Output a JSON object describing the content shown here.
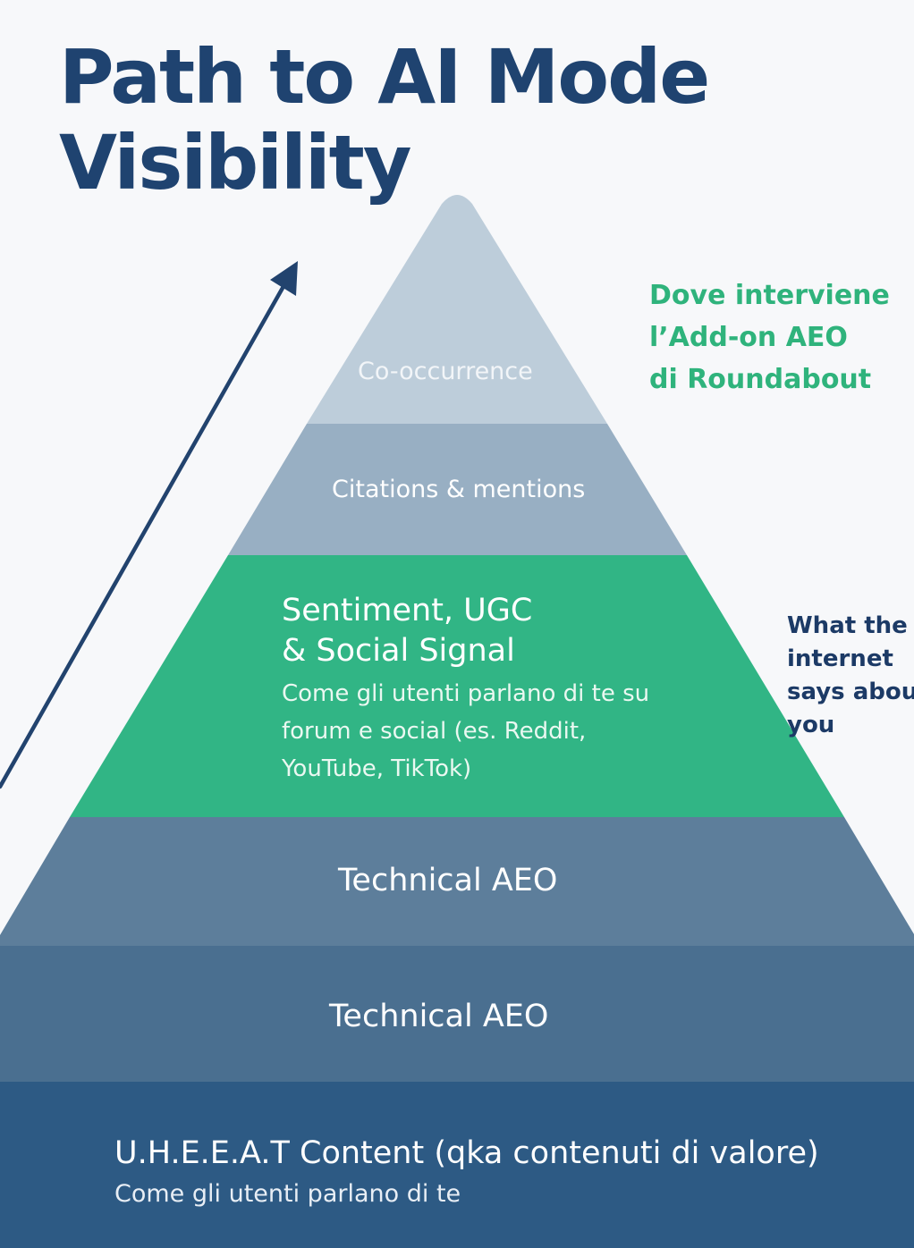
{
  "title": {
    "line1": "Path to AI Mode",
    "line2": "Visibility"
  },
  "pyramid": {
    "tiers": [
      {
        "label": "Co-occurrence",
        "color": "#bdcdda"
      },
      {
        "label": "Citations & mentions",
        "color": "#98afc3"
      },
      {
        "label_line1": "Sentiment, UGC",
        "label_line2": "& Social Signal",
        "body_line1": "Come gli utenti parlano di te su",
        "body_line2": "forum e social (es. Reddit,",
        "body_line3": "YouTube, TikTok)",
        "color": "#31b585"
      },
      {
        "label": "Technical AEO",
        "color": "#5d7e9b"
      },
      {
        "label": "Technical AEO",
        "color": "#4a6f90"
      },
      {
        "label": "U.H.E.E.A.T Content (qka contenuti di valore)",
        "sublabel": "Come gli utenti parlano di te",
        "color": "#2d5a84"
      }
    ]
  },
  "green_note": {
    "line1": "Dove interviene",
    "line2": "l’Add-on AEO",
    "line3": "di Roundabout",
    "color": "#2fb37c"
  },
  "navy_note": {
    "line1": "What the",
    "line2": "internet",
    "line3": "says about",
    "line4": "you",
    "color": "#1c3a66"
  },
  "arrow": {
    "icon": "arrow-up-right-icon",
    "color": "#22436e"
  }
}
